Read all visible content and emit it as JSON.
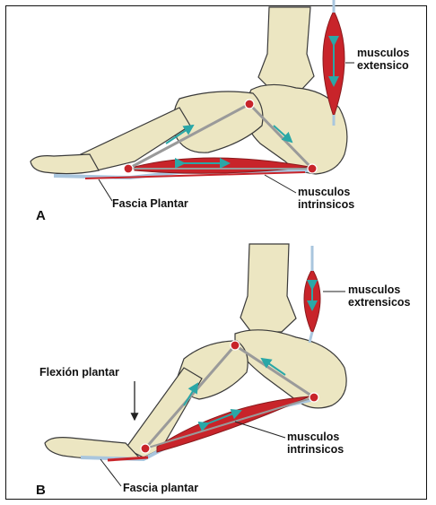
{
  "panels": [
    {
      "letter": "A",
      "labels": {
        "extensor_l1": "musculos",
        "extensor_l2": "extensico",
        "intrinsic_l1": "musculos",
        "intrinsic_l2": "intrinsicos",
        "fascia": "Fascia Plantar"
      }
    },
    {
      "letter": "B",
      "labels": {
        "extensor_l1": "musculos",
        "extensor_l2": "extrensicos",
        "intrinsic_l1": "musculos",
        "intrinsic_l2": "intrinsicos",
        "fascia": "Fascia plantar",
        "flexion": "Flexión plantar"
      }
    }
  ],
  "colors": {
    "bone": "#ece6c2",
    "bone_outline": "#3a3a3a",
    "muscle": "#c8242a",
    "tendon": "#a9c6de",
    "arrow": "#2aa7a7",
    "tie_rod": "#9a9a9a"
  }
}
